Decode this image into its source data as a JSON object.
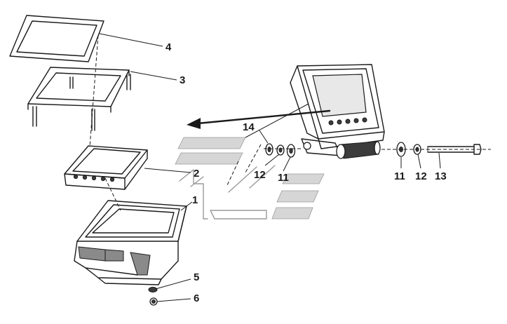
{
  "labels": {
    "p1": "1",
    "p2": "2",
    "p3": "3",
    "p4": "4",
    "p5": "5",
    "p6": "6",
    "p11a": "11",
    "p11b": "11",
    "p12a": "12",
    "p12b": "12",
    "p13": "13",
    "p14": "14"
  }
}
